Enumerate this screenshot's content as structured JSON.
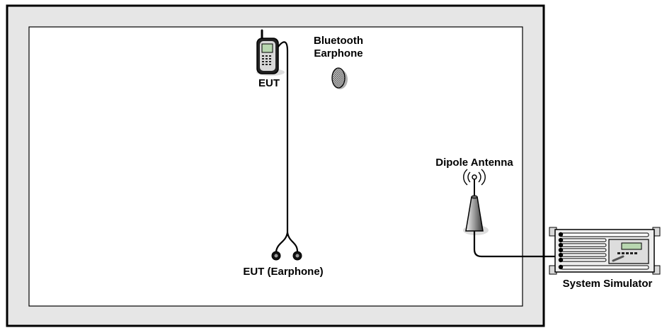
{
  "labels": {
    "eut": "EUT",
    "bluetooth_earphone": "Bluetooth Earphone",
    "eut_earphone": "EUT (Earphone)",
    "dipole_antenna": "Dipole Antenna",
    "system_simulator": "System Simulator"
  },
  "colors": {
    "chamber_wall": "#e6e6e6",
    "outline": "#000000",
    "device_fill": "#d9d9d9",
    "screen_fill": "#b8d7b0"
  }
}
